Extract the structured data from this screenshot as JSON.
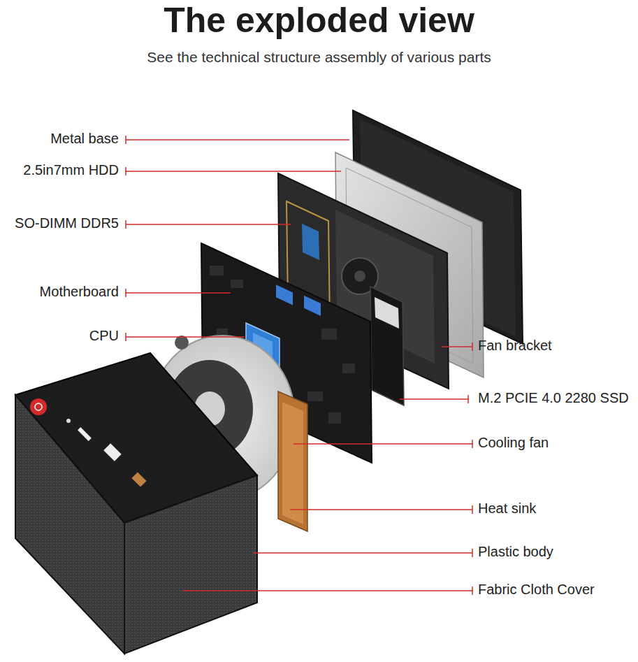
{
  "diagram": {
    "title": "The exploded view",
    "labels": [
      "See the technical structure assembly of various parts",
      "Metal base",
      "2.5in7mm HDD",
      "SO-DIMM DDR5",
      "Motherboard",
      "CPU",
      "Fan bracket",
      "M.2 PCIE 4.0 2280 SSD",
      "Cooling fan",
      "Heat sink",
      "Plastic body",
      "Fabric Cloth Cover"
    ]
  }
}
